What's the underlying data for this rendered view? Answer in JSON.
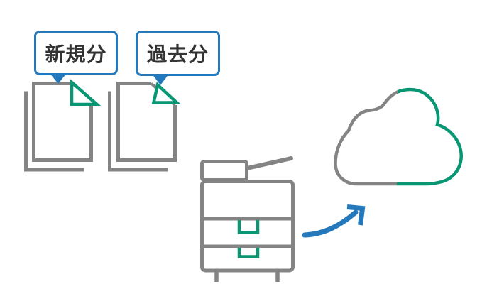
{
  "diagram": {
    "bubbles": [
      {
        "label": "新規分",
        "target": "new-documents"
      },
      {
        "label": "過去分",
        "target": "past-documents"
      }
    ],
    "icons": [
      "new-documents-icon",
      "past-documents-icon",
      "copier-icon",
      "upload-arrow-icon",
      "cloud-icon"
    ],
    "colors": {
      "accent_blue": "#2478bc",
      "green": "#089673",
      "gray": "#848484",
      "text": "#333333",
      "background": "#ffffff"
    }
  }
}
